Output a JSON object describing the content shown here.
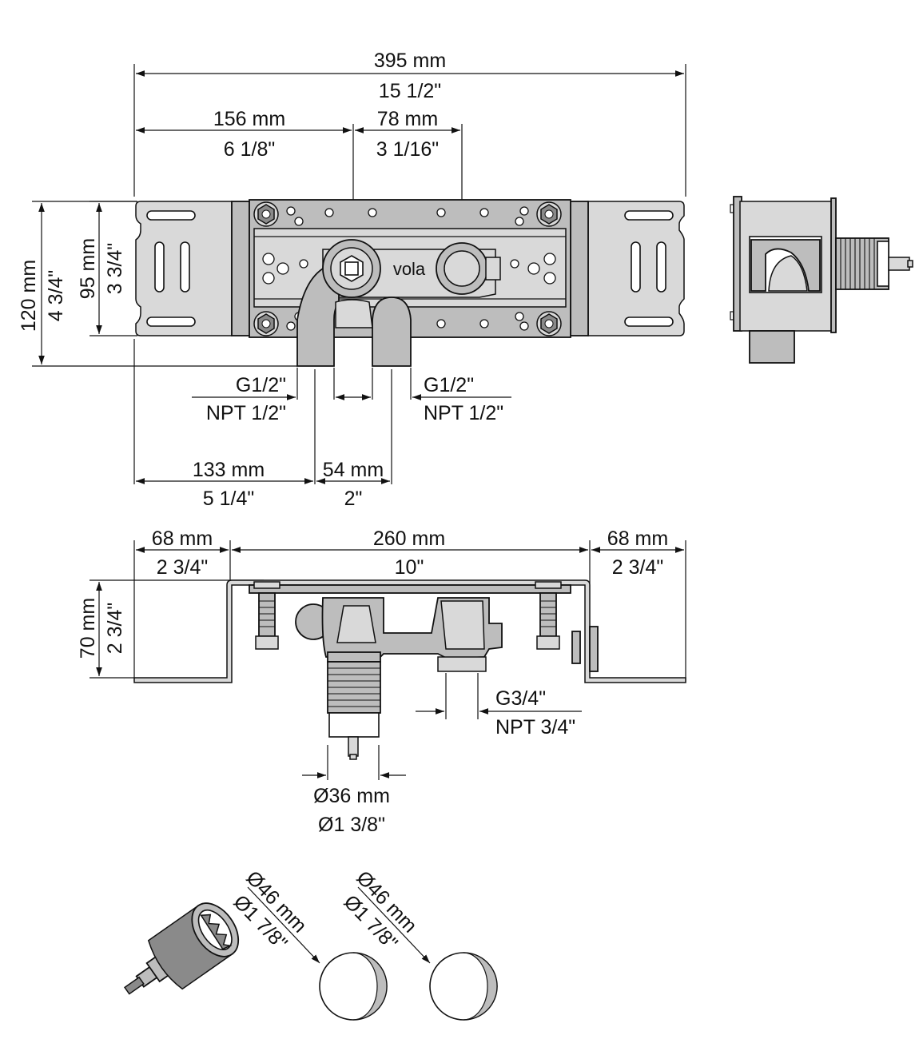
{
  "labels": {
    "total_width_mm": "395 mm",
    "total_width_in": "15 1/2\"",
    "left_offset_mm": "156 mm",
    "left_offset_in": "6 1/8\"",
    "center_offset_mm": "78 mm",
    "center_offset_in": "3 1/16\"",
    "height_total_mm": "120 mm",
    "height_total_in": "4 3/4\"",
    "height_inner_mm": "95 mm",
    "height_inner_in": "3 3/4\"",
    "thread_left_g": "G1/2\"",
    "thread_left_npt": "NPT 1/2\"",
    "thread_right_g": "G1/2\"",
    "thread_right_npt": "NPT 1/2\"",
    "outlet_offset_mm": "133 mm",
    "outlet_offset_in": "5 1/4\"",
    "outlet_spacing_mm": "54 mm",
    "outlet_spacing_in": "2\"",
    "logo": "vola",
    "side_left_mm": "68 mm",
    "side_left_in": "2 3/4\"",
    "middle_mm": "260 mm",
    "middle_in": "10\"",
    "side_right_mm": "68 mm",
    "side_right_in": "2 3/4\"",
    "depth_mm": "70 mm",
    "depth_in": "2 3/4\"",
    "thread_g34": "G3/4\"",
    "thread_npt34": "NPT 3/4\"",
    "diameter_mm": "Ø36 mm",
    "diameter_in": "Ø1 3/8\"",
    "hole_1_mm": "Ø46 mm",
    "hole_1_in": "Ø1 7/8\"",
    "hole_2_mm": "Ø46 mm",
    "hole_2_in": "Ø1 7/8\""
  }
}
